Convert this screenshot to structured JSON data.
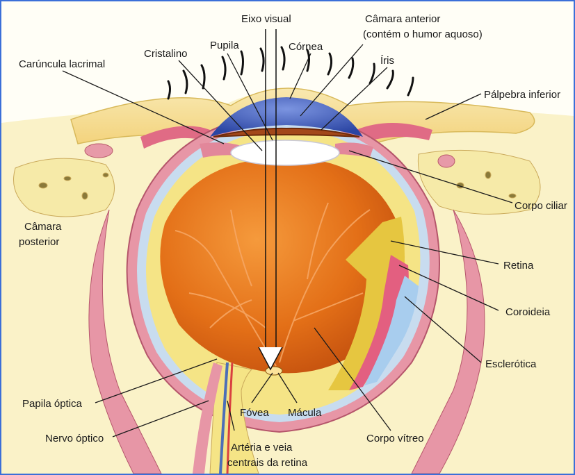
{
  "labels": {
    "eixo_visual": "Eixo visual",
    "camara_anterior_1": "Câmara anterior",
    "camara_anterior_2": "(contém o humor aquoso)",
    "pupila": "Pupila",
    "cornea": "Córnea",
    "iris": "Íris",
    "cristalino": "Cristalino",
    "caruncula": "Carúncula lacrimal",
    "palpebra": "Pálpebra inferior",
    "corpo_ciliar": "Corpo ciliar",
    "camara_posterior_1": "Câmara",
    "camara_posterior_2": "posterior",
    "retina": "Retina",
    "coroideia": "Coroideia",
    "esclerotica": "Esclerótica",
    "papila": "Papila óptica",
    "nervo": "Nervo óptico",
    "fovea": "Fóvea",
    "macula": "Mácula",
    "arteria_1": "Artéria e veia",
    "arteria_2": "centrais da retina",
    "corpo_vitreo": "Corpo vítreo"
  },
  "colors": {
    "frame": "#3b6fd8",
    "background": "#fffef6",
    "tissue_yellow": "#f7ec9a",
    "skin_pink": "#e79aa8",
    "sclera_blue": "#b9d3ea",
    "vitreous_orange": "#e8761e",
    "cornea_blue": "#3a58b8",
    "lens_white": "#ffffff",
    "leader_line": "#1a1a1a"
  }
}
